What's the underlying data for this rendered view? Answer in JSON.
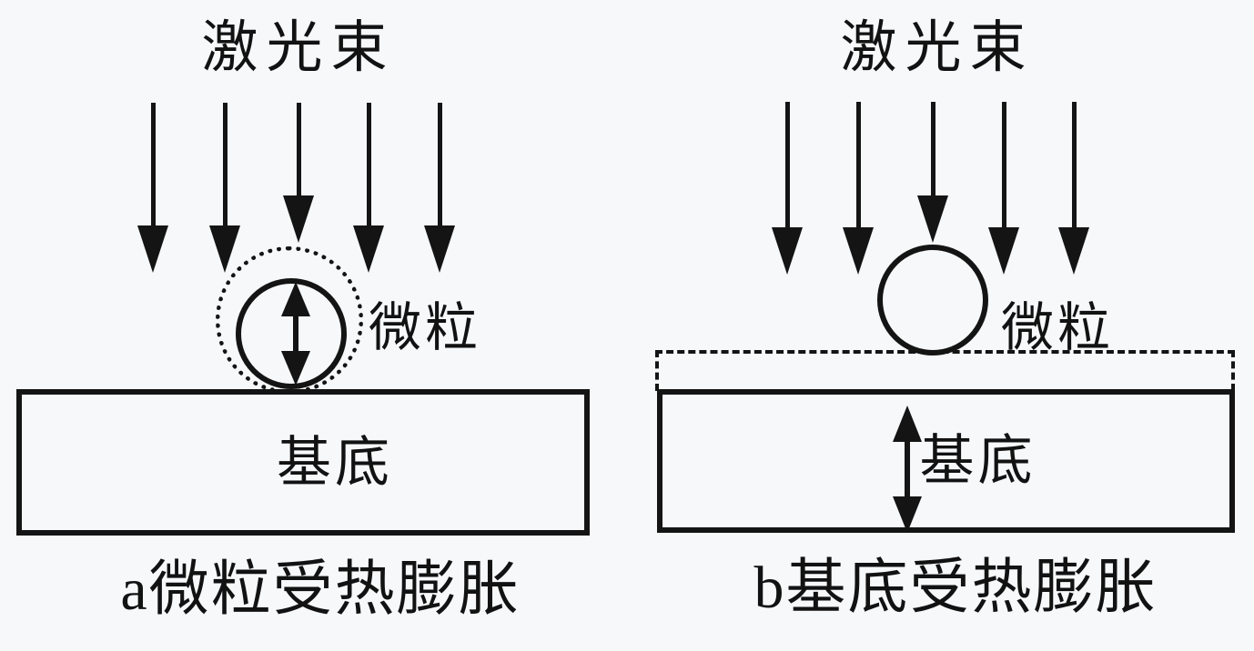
{
  "figure": {
    "description": "laser cleaning thermal expansion diagram",
    "ink_color": "#141414",
    "background_color": "#f6f8fa"
  },
  "panel_a": {
    "laser_label": "激光束",
    "particle_label": "微粒",
    "substrate_label": "基底",
    "caption": "a微粒受热膨胀"
  },
  "panel_b": {
    "laser_label": "激光束",
    "particle_label": "微粒",
    "substrate_label": "基底",
    "caption": "b基底受热膨胀"
  }
}
